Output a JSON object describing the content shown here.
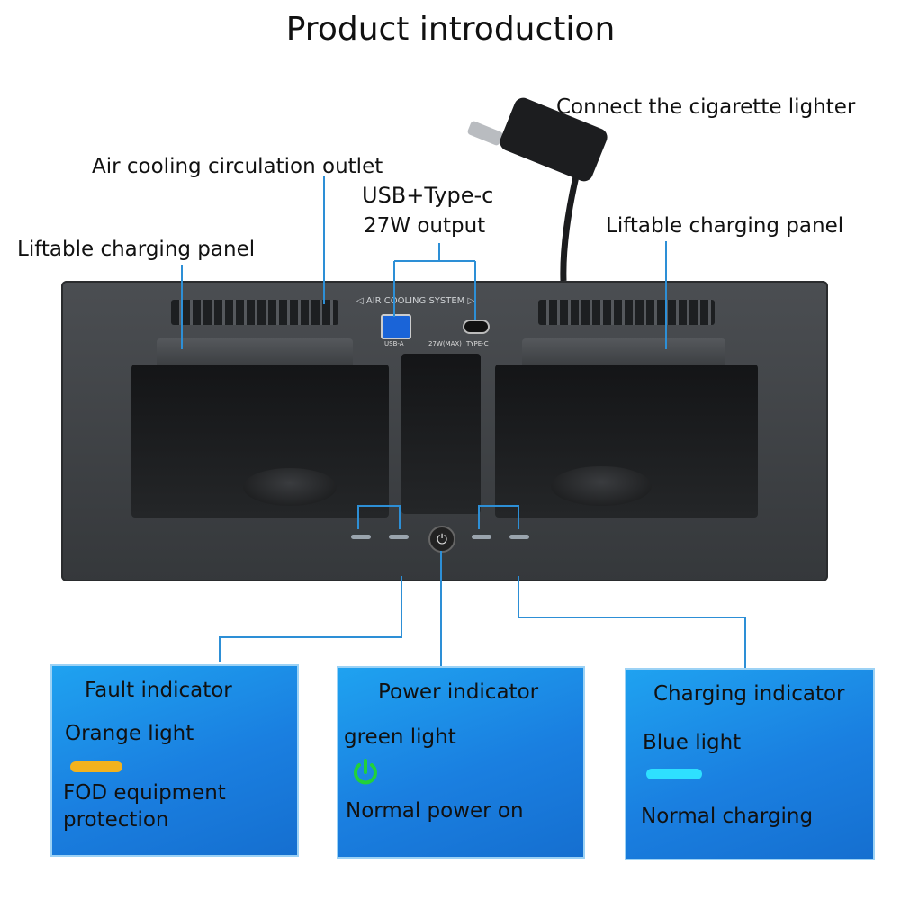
{
  "title": "Product introduction",
  "callouts": {
    "cigarette": "Connect the cigarette lighter",
    "air_outlet": "Air cooling circulation outlet",
    "usb_line1": "USB+Type-c",
    "usb_line2": "27W output",
    "panel_left": "Liftable charging panel",
    "panel_right": "Liftable charging panel"
  },
  "device": {
    "vent_label": "◁ AIR COOLING SYSTEM ▷",
    "port_a_label": "USB-A",
    "port_mid_label": "27W(MAX)",
    "port_c_label": "TYPE-C"
  },
  "cards": [
    {
      "heading": "Fault indicator",
      "light": "Orange light",
      "line1": "FOD equipment",
      "line2": "protection",
      "lamp_color": "#f2b21e"
    },
    {
      "heading": "Power indicator",
      "light": "green light",
      "line1": "Normal power on",
      "lamp_color": "#22d13a"
    },
    {
      "heading": "Charging indicator",
      "light": "Blue light",
      "line1": "Normal charging",
      "lamp_color": "#2ee0ff"
    }
  ],
  "colors": {
    "callout_line": "#2d8fd6",
    "card_blue": "#1a8ae6"
  }
}
